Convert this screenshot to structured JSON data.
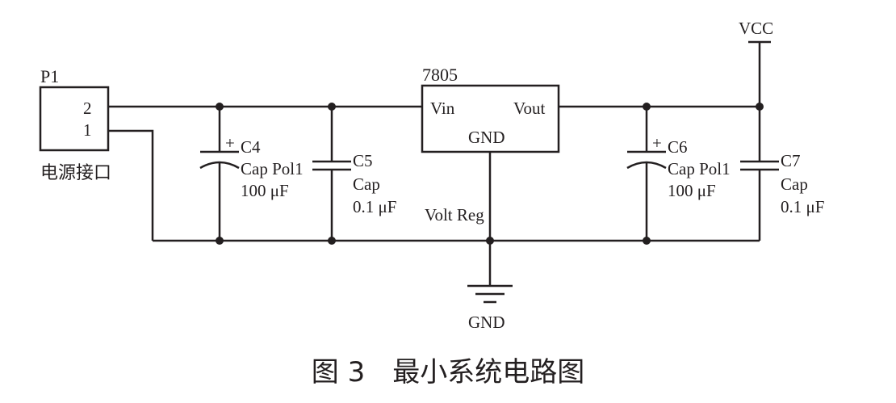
{
  "connector": {
    "ref": "P1",
    "pin2": "2",
    "pin1": "1",
    "label": "电源接口"
  },
  "c4": {
    "ref": "C4",
    "type": "Cap Pol1",
    "value": "100 μF",
    "plus": "+"
  },
  "c5": {
    "ref": "C5",
    "type": "Cap",
    "value": "0.1 μF"
  },
  "regulator": {
    "ref": "7805",
    "vin": "Vin",
    "vout": "Vout",
    "gnd": "GND",
    "desc": "Volt Reg"
  },
  "c6": {
    "ref": "C6",
    "type": "Cap Pol1",
    "value": "100 μF",
    "plus": "+"
  },
  "c7": {
    "ref": "C7",
    "type": "Cap",
    "value": "0.1 μF"
  },
  "vcc": "VCC",
  "ground": "GND",
  "caption": "图 3　最小系统电路图"
}
